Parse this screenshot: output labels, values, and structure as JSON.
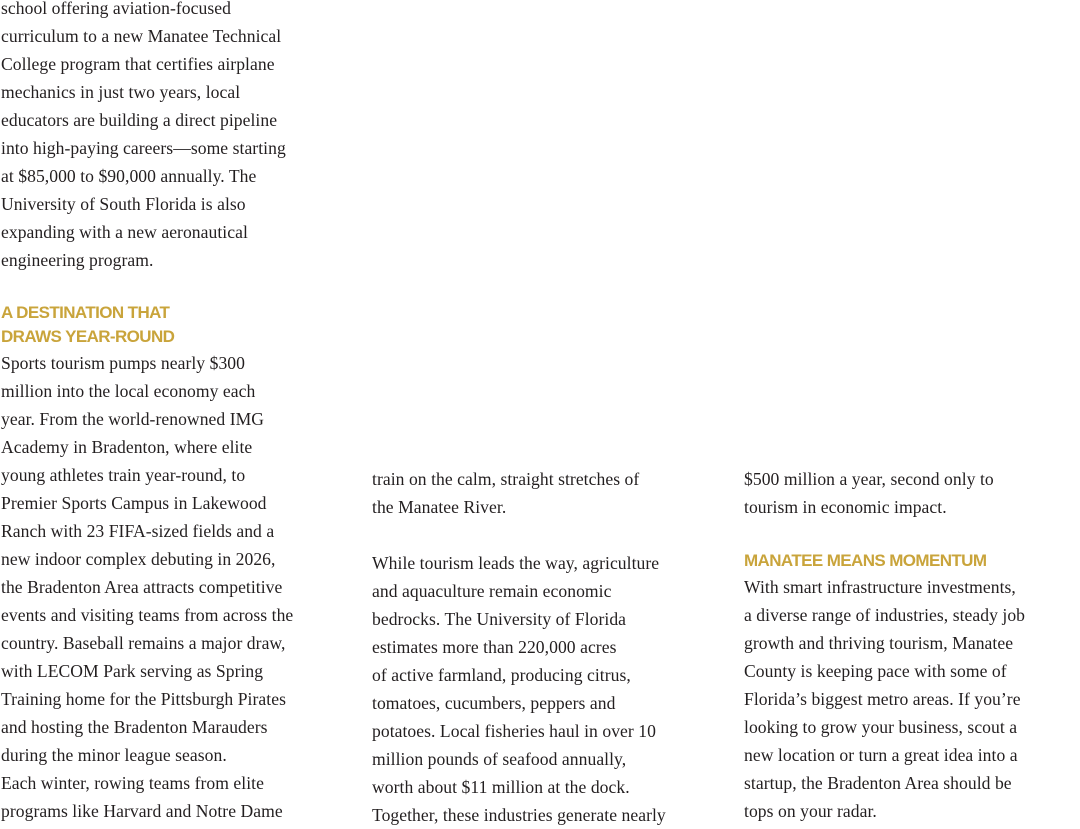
{
  "column1": {
    "intro_paragraph": "school offering aviation-focused\ncurriculum to a new Manatee Technical\nCollege program that certifies airplane\nmechanics in just two years, local\neducators are building a direct pipeline\ninto high-paying careers—some starting\nat $85,000 to $90,000 annually. The\nUniversity of South Florida is also\nexpanding with a new aeronautical\nengineering program.",
    "heading": "A DESTINATION THAT\nDRAWS YEAR-ROUND",
    "sports_paragraph": "Sports tourism pumps nearly $300\nmillion into the local economy each\nyear. From the world-renowned IMG\nAcademy in Bradenton, where elite\nyoung athletes train year-round, to\nPremier Sports Campus in Lakewood\nRanch with 23 FIFA-sized fields and a\nnew indoor complex debuting in 2026,\nthe Bradenton Area attracts competitive\nevents and visiting teams from across the\ncountry. Baseball remains a major draw,\nwith LECOM Park serving as Spring\nTraining home for the Pittsburgh Pirates\nand hosting the Bradenton Marauders\nduring the minor league season.\nEach winter, rowing teams from elite\nprograms like Harvard and Notre Dame"
  },
  "column2": {
    "continuation_paragraph": "train on the calm, straight stretches of\nthe Manatee River.",
    "agriculture_paragraph": "While tourism leads the way, agriculture\nand aquaculture remain economic\nbedrocks. The University of Florida\nestimates more than 220,000 acres\nof active farmland, producing citrus,\ntomatoes, cucumbers, peppers and\npotatoes. Local fisheries haul in over 10\nmillion pounds of seafood annually,\nworth about $11 million at the dock.\nTogether, these industries generate nearly"
  },
  "column3": {
    "continuation_paragraph": "$500 million a year, second only to\ntourism in economic impact.",
    "heading": "MANATEE MEANS MOMENTUM",
    "momentum_paragraph": "With smart infrastructure investments,\na diverse range of industries, steady job\ngrowth and thriving tourism, Manatee\nCounty is keeping pace with some of\nFlorida’s biggest metro areas. If you’re\nlooking to grow your business, scout a\nnew location or turn a great idea into a\nstartup, the Bradenton Area should be\ntops on your radar."
  },
  "colors": {
    "body_text": "#231f20",
    "heading_gold": "#c9a43b",
    "background": "#ffffff"
  }
}
